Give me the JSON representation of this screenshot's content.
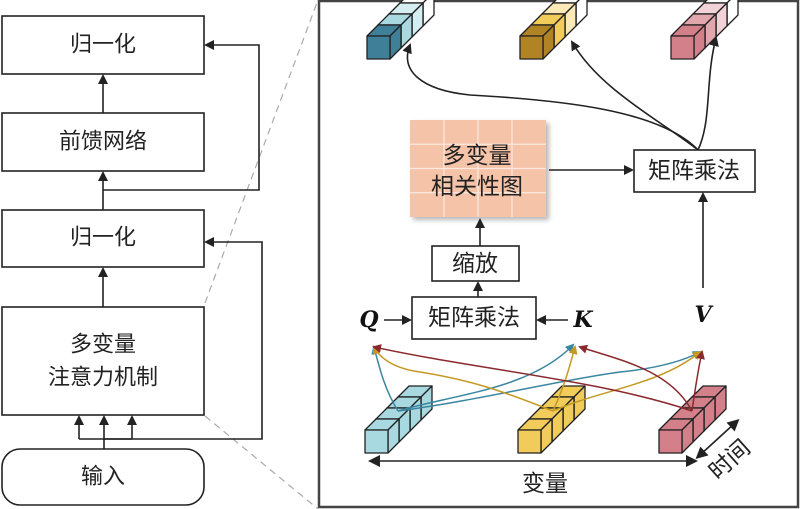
{
  "left_stack": {
    "norm_top": "归一化",
    "ffn": "前馈网络",
    "norm_bottom": "归一化",
    "attention_line1": "多变量",
    "attention_line2": "注意力机制",
    "input": "输入"
  },
  "detail_panel": {
    "correlation_map_line1": "多变量",
    "correlation_map_line2": "相关性图",
    "matmul_top": "矩阵乘法",
    "scale": "缩放",
    "matmul_bottom": "矩阵乘法",
    "q": "Q",
    "k": "K",
    "v": "V",
    "axis_variable": "变量",
    "axis_time": "时间"
  },
  "colors": {
    "blue_dark": "#3f7f98",
    "blue_mid": "#a8d8e0",
    "blue_light": "#d4eef1",
    "yellow_dark": "#b08424",
    "yellow_mid": "#f2cc5a",
    "yellow_light": "#fbe9b8",
    "red_dark": "#d4808a",
    "red_mid": "#e2a6ad",
    "red_light": "#f1d2d6",
    "corr_fill": "#f4c3a8",
    "arrow_blue": "#3a86a0",
    "arrow_yellow": "#c49a24",
    "arrow_red": "#8b2a2e"
  }
}
